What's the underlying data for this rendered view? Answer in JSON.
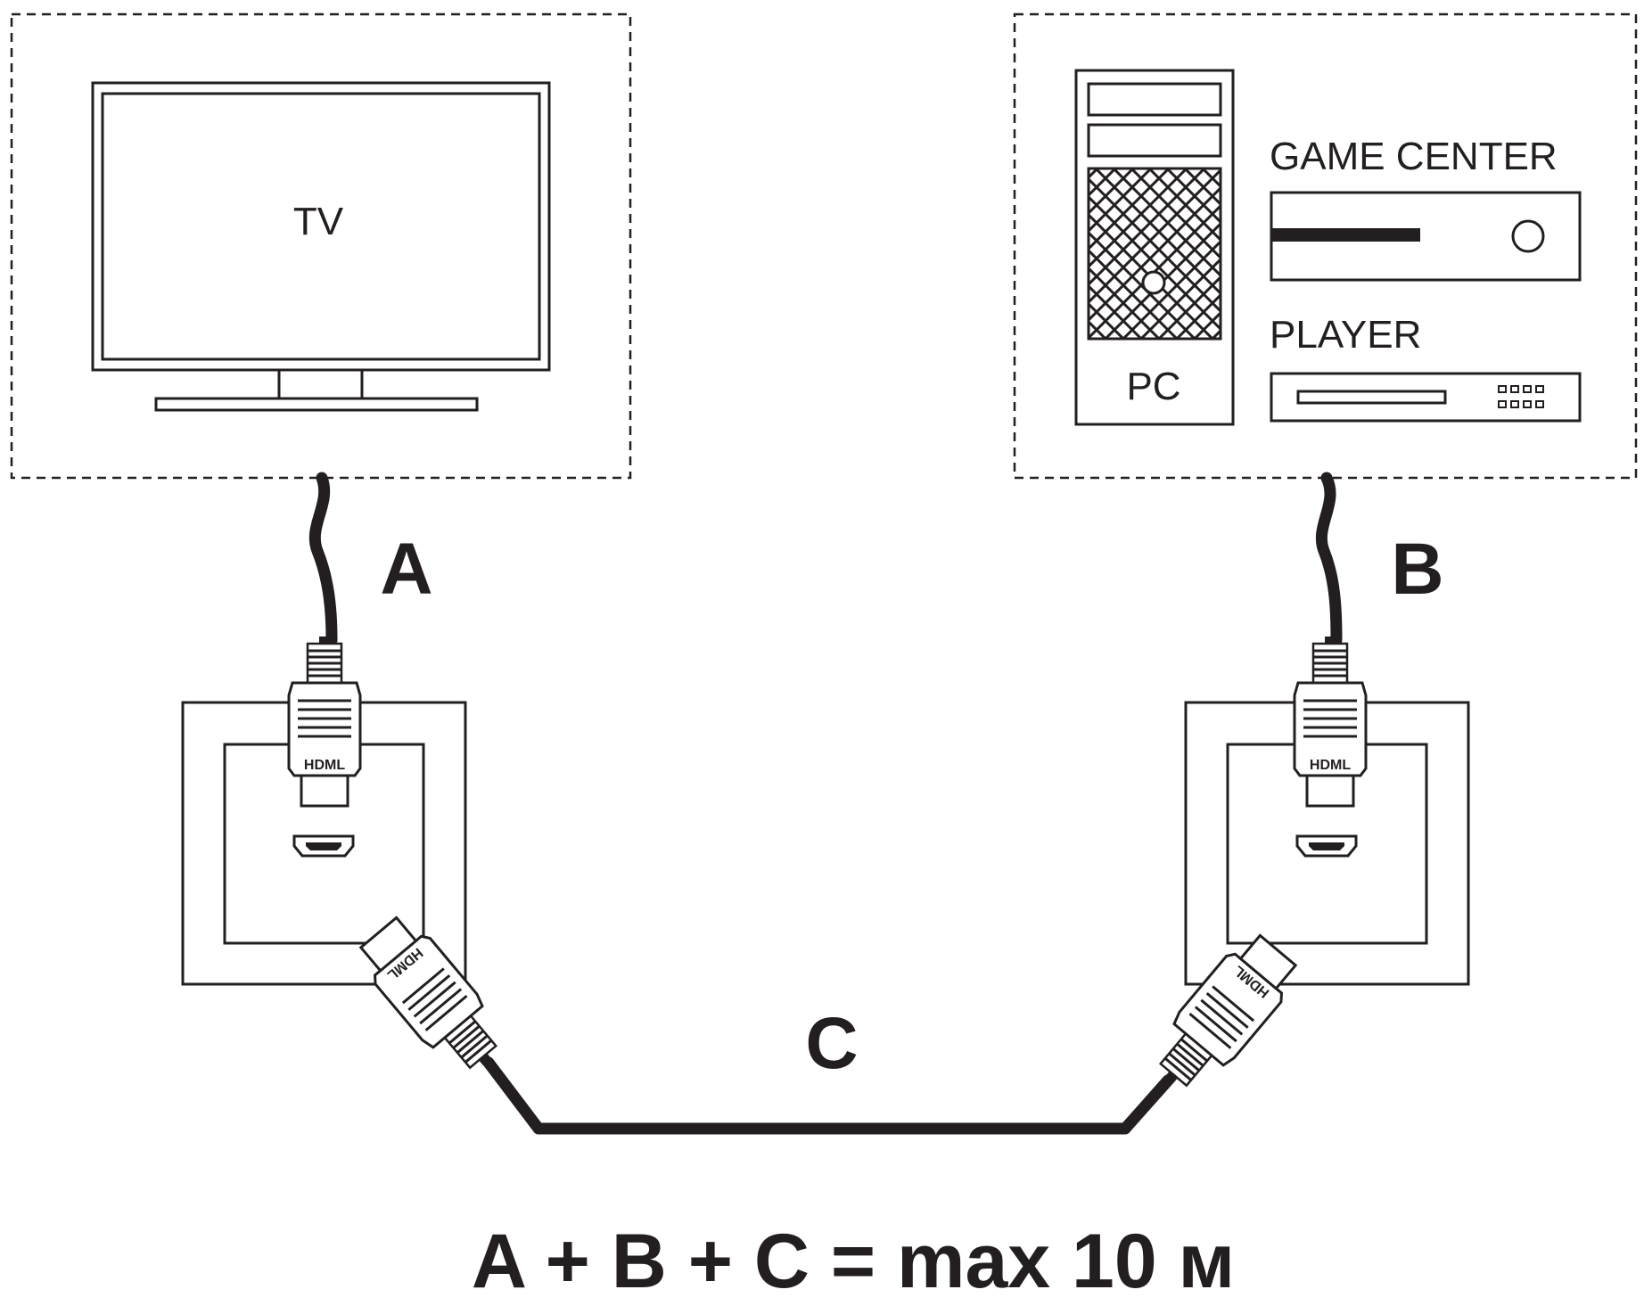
{
  "labels": {
    "tv": "TV",
    "pc": "PC",
    "game_center": "GAME CENTER",
    "player": "PLAYER",
    "cable_a": "A",
    "cable_b": "B",
    "cable_c": "C",
    "connector": "HDML",
    "formula": "A + B + C = max 10 м"
  },
  "colors": {
    "ink": "#231f20",
    "background": "#ffffff"
  },
  "icons": [
    "tv-icon",
    "pc-tower-icon",
    "game-console-icon",
    "media-player-icon",
    "hdmi-plug-icon",
    "hdmi-socket-icon"
  ]
}
